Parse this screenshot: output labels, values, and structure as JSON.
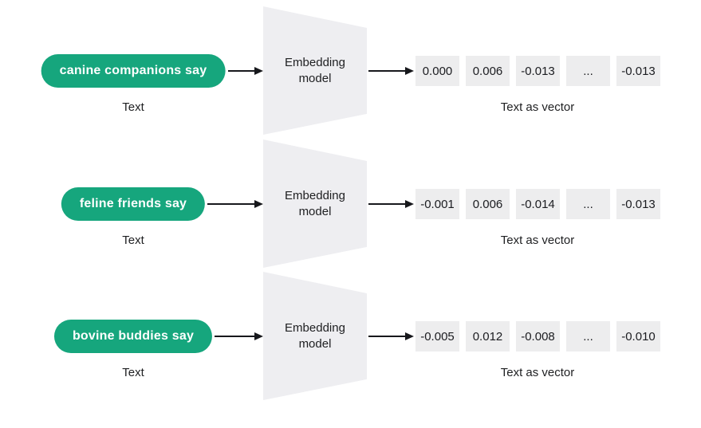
{
  "colors": {
    "pill_green": "#16a67d",
    "model_fill": "#eeeef1",
    "cell_fill": "#ededee",
    "arrow": "#17181c",
    "text": "#202123"
  },
  "rows": [
    {
      "input": "canine companions say",
      "input_label": "Text",
      "model": "Embedding model",
      "vector": [
        "0.000",
        "0.006",
        "-0.013",
        "...",
        "-0.013"
      ],
      "vector_label": "Text as vector"
    },
    {
      "input": "feline friends say",
      "input_label": "Text",
      "model": "Embedding model",
      "vector": [
        "-0.001",
        "0.006",
        "-0.014",
        "...",
        "-0.013"
      ],
      "vector_label": "Text as vector"
    },
    {
      "input": "bovine buddies say",
      "input_label": "Text",
      "model": "Embedding model",
      "vector": [
        "-0.005",
        "0.012",
        "-0.008",
        "...",
        "-0.010"
      ],
      "vector_label": "Text as vector"
    }
  ]
}
